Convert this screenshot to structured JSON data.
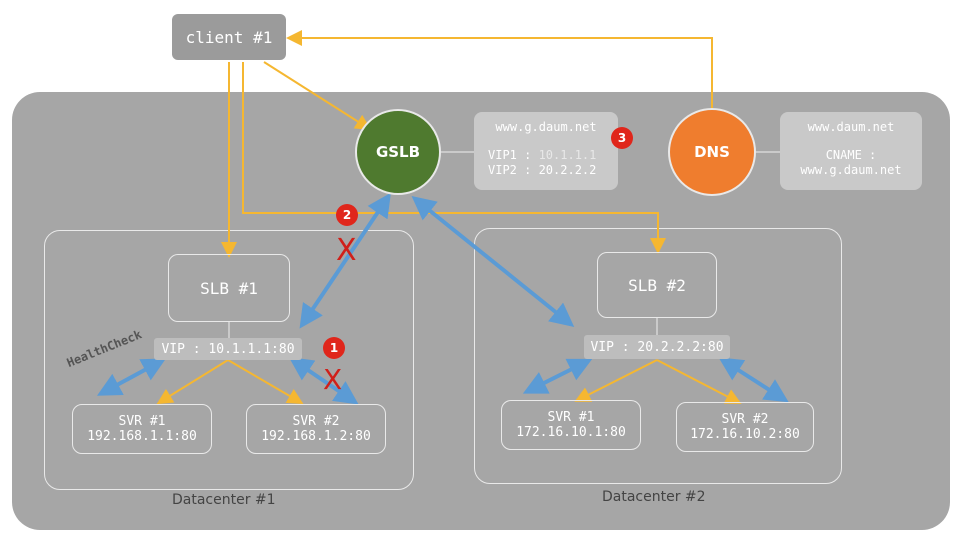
{
  "client": {
    "label": "client #1"
  },
  "gslb": {
    "label": "GSLB",
    "color": "#4f7a2f"
  },
  "dns": {
    "label": "DNS",
    "color": "#ef7d2e"
  },
  "gslb_record": {
    "host": "www.g.daum.net",
    "vip1": "VIP1 : ",
    "vip1_value": "10.1.1.1",
    "vip2": "VIP2 : 20.2.2.2"
  },
  "dns_record": {
    "host": "www.daum.net",
    "cname_label": "CNAME :",
    "cname_value": "www.g.daum.net"
  },
  "dc1": {
    "label": "Datacenter #1",
    "slb": "SLB #1",
    "vip": "VIP : 10.1.1.1:80",
    "health": "HealthCheck",
    "svr1_name": "SVR #1",
    "svr1_addr": "192.168.1.1:80",
    "svr2_name": "SVR #2",
    "svr2_addr": "192.168.1.2:80"
  },
  "dc2": {
    "label": "Datacenter #2",
    "slb": "SLB #2",
    "vip": "VIP : 20.2.2.2:80",
    "svr1_name": "SVR #1",
    "svr1_addr": "172.16.10.1:80",
    "svr2_name": "SVR #2",
    "svr2_addr": "172.16.10.2:80"
  },
  "badges": {
    "b1": "1",
    "b2": "2",
    "b3": "3"
  },
  "marks": {
    "x1": "X",
    "x2": "X"
  },
  "colors": {
    "flow": "#f5b731",
    "health": "#5b9bd5",
    "fail": "#d0201a",
    "panel": "#a6a6a6"
  }
}
